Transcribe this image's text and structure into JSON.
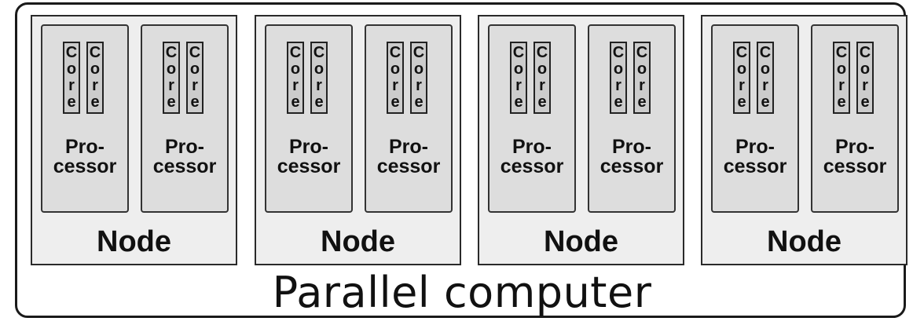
{
  "diagram": {
    "computer_label": "Parallel computer",
    "node_label": "Node",
    "processor_label_line1": "Pro-",
    "processor_label_line2": "cessor",
    "core_label": "Core",
    "node_count": 4,
    "processors_per_node": 2,
    "cores_per_processor": 2,
    "colors": {
      "node_fill": "#eeeeee",
      "processor_fill": "#dddddd",
      "core_fill": "#cccccc",
      "stroke": "#222222"
    }
  }
}
